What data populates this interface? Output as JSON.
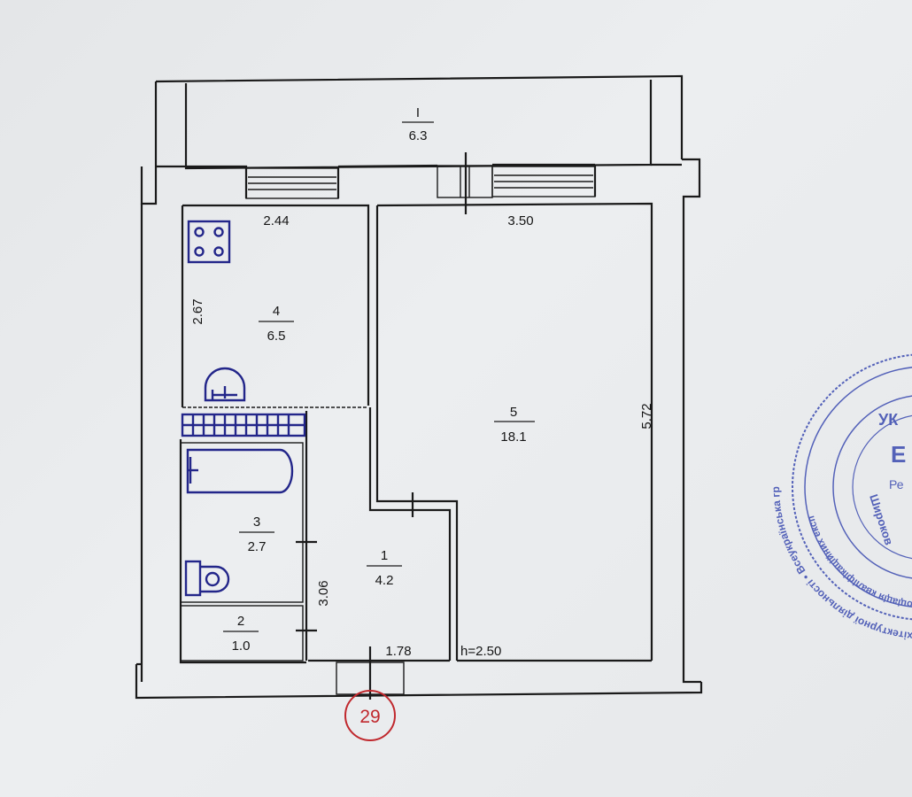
{
  "rooms": [
    {
      "id": "balcony",
      "number": "I",
      "area": "6.3"
    },
    {
      "id": "kitchen",
      "number": "4",
      "area": "6.5"
    },
    {
      "id": "living",
      "number": "5",
      "area": "18.1"
    },
    {
      "id": "bathroom",
      "number": "3",
      "area": "2.7"
    },
    {
      "id": "toilet",
      "number": "2",
      "area": "1.0"
    },
    {
      "id": "hall",
      "number": "1",
      "area": "4.2"
    }
  ],
  "dimensions": {
    "kitchen_width": "2.44",
    "living_width": "3.50",
    "kitchen_depth": "2.67",
    "living_depth": "5.72",
    "hall_depth": "3.06",
    "hall_width": "1.78",
    "ceiling_height": "h=2.50"
  },
  "apartment_number": "29",
  "stamp": {
    "text_ring_outer": "архітектурної діяльності • Всеукраїнська гр",
    "text_ring_inner": "Асоціація кваліфікаційних експ",
    "center_top": "УК",
    "center_letter": "Е",
    "center_sub": "Ре",
    "name_fragment": "Широков"
  },
  "colors": {
    "ink": "#1a1a1a",
    "fixture_blue": "#23268a",
    "marker_red": "#c0282d",
    "stamp_blue": "#3a4ab0"
  }
}
